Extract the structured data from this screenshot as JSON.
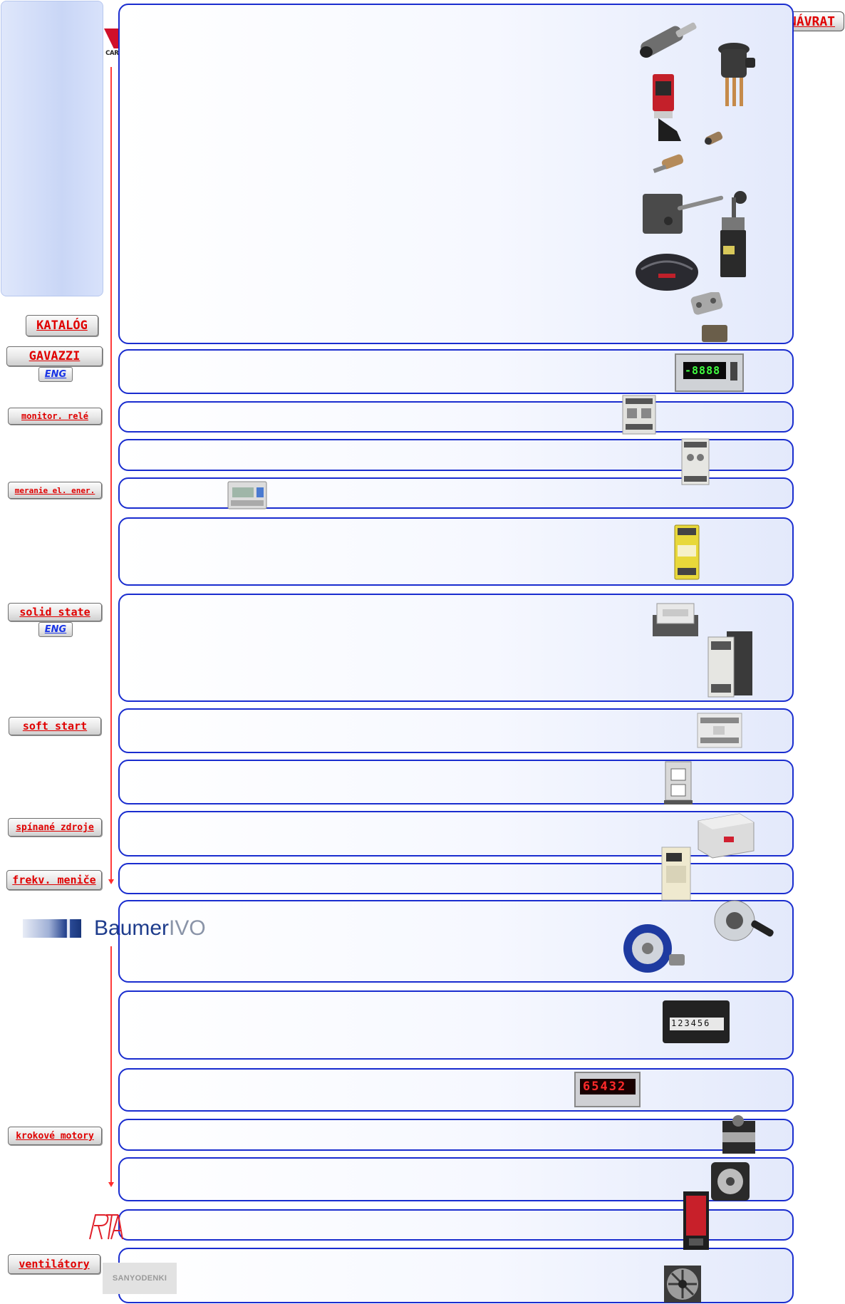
{
  "nav": {
    "back_label": "NÁVRAT"
  },
  "brands": {
    "carlo_gavazzi": "CARLO GAVAZZI",
    "baumer_main": "Baumer",
    "baumer_suffix": "IVO",
    "sanyo": "SANYODENKI"
  },
  "sidebar": {
    "katalog": "KATALÓG",
    "gavazzi": "GAVAZZI",
    "eng_1": "ENG",
    "monitor_rele": "monitor. relé",
    "meranie": "meranie el. ener.",
    "solid_state": "solid state",
    "eng_2": "ENG",
    "soft_start": "soft start",
    "spinane_zdroje": "spínané zdroje",
    "frekv_menice": "frekv. meniče",
    "krokove_motory": "krokové motory",
    "ventilatory": "ventilátory"
  },
  "products": {
    "display_digits": "-8888",
    "counter_digits": "123456",
    "led_digits": "65432"
  },
  "colors": {
    "section_border": "#1a2dcf",
    "link_red": "#e00000",
    "eng_blue": "#1a35e6",
    "carlo_red": "#d0102a"
  }
}
